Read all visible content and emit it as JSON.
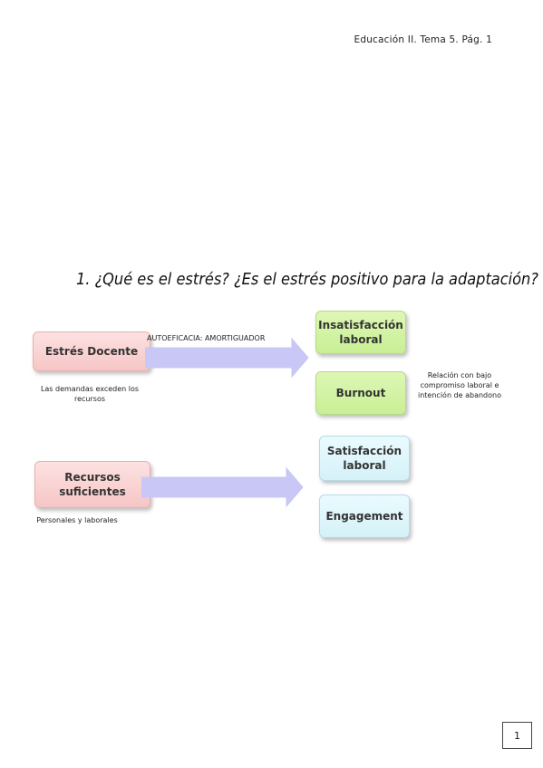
{
  "header": "Educación II. Tema 5. Pág. 1",
  "section_title": "1. ¿Qué es el estrés? ¿Es el estrés positivo para la adaptación?",
  "diagram": {
    "top_left_box": "Estrés Docente",
    "top_left_caption": "Las demandas exceden los recursos",
    "top_arrow_label": "AUTOEFICACIA: AMORTIGUADOR",
    "top_right_box_1": "Insatisfacción laboral",
    "top_right_box_2": "Burnout",
    "burnout_caption": "Relación con bajo compromiso laboral e intención de abandono",
    "bottom_left_box": "Recursos suficientes",
    "bottom_left_caption": "Personales y laborales",
    "bottom_right_box_1": "Satisfacción laboral",
    "bottom_right_box_2": "Engagement"
  },
  "page_number": "1",
  "colors": {
    "pink_box": "#f6c6c6",
    "green_box": "#c9ef95",
    "cyan_box": "#d5f1f8",
    "arrow": "#c9c7f5"
  }
}
